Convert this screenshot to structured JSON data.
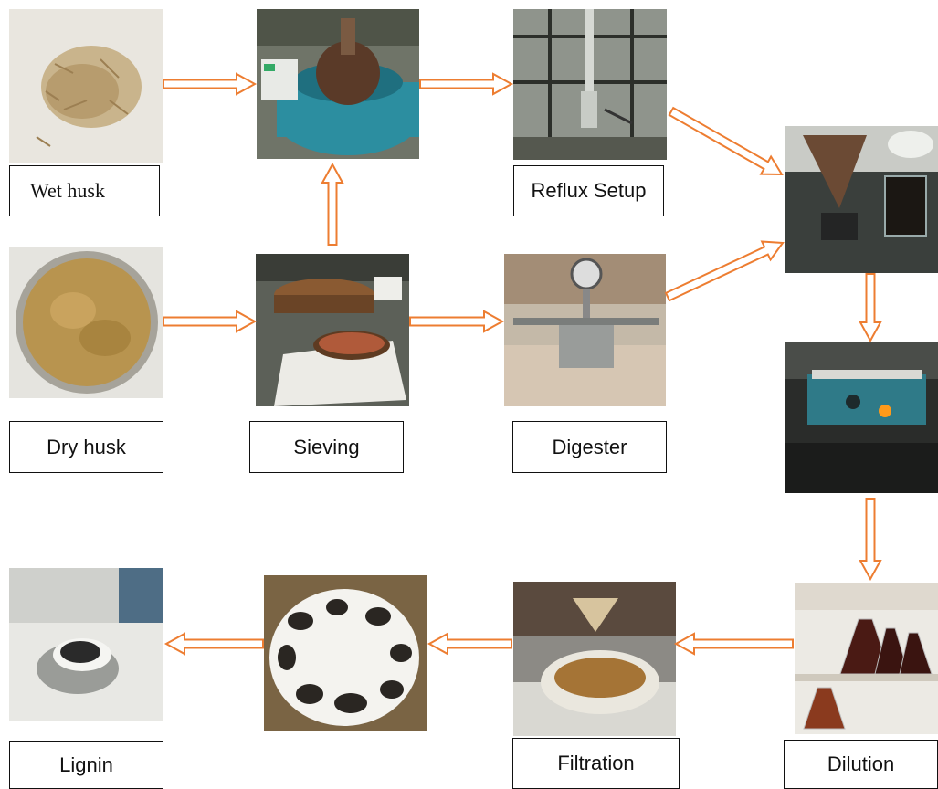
{
  "diagram": {
    "arrow_color": "#ED7D31",
    "steps": [
      {
        "id": "wet-husk",
        "label": "Wet husk"
      },
      {
        "id": "reflux-setup",
        "label": "Reflux Setup"
      },
      {
        "id": "dry-husk",
        "label": "Dry husk"
      },
      {
        "id": "sieving",
        "label": "Sieving"
      },
      {
        "id": "digester",
        "label": "Digester"
      },
      {
        "id": "lignin",
        "label": "Lignin"
      },
      {
        "id": "filtration",
        "label": "Filtration"
      },
      {
        "id": "dilution",
        "label": "Dilution"
      }
    ],
    "photos": [
      {
        "name": "wet-husk-photo",
        "subject": "loose wet rice husk on white surface"
      },
      {
        "name": "heating-mantle-photo",
        "subject": "flask in blue heating mantle"
      },
      {
        "name": "reflux-setup-photo",
        "subject": "reflux condenser apparatus"
      },
      {
        "name": "filter-funnel-photo",
        "subject": "filtering dark liquid into flask"
      },
      {
        "name": "dry-husk-photo",
        "subject": "dry husk on steel plate"
      },
      {
        "name": "sieving-photo",
        "subject": "sieving husk powder"
      },
      {
        "name": "digester-photo",
        "subject": "steel digester with pressure gauge"
      },
      {
        "name": "hot-plate-photo",
        "subject": "heating on hot plate"
      },
      {
        "name": "lignin-photo",
        "subject": "lignin powder in steel dish"
      },
      {
        "name": "lignin-cake-photo",
        "subject": "dark lignin cakes on white paper"
      },
      {
        "name": "filtration-photo",
        "subject": "funnel filtration into white bowl"
      },
      {
        "name": "dilution-photo",
        "subject": "conical flasks with dark liquid"
      }
    ]
  }
}
